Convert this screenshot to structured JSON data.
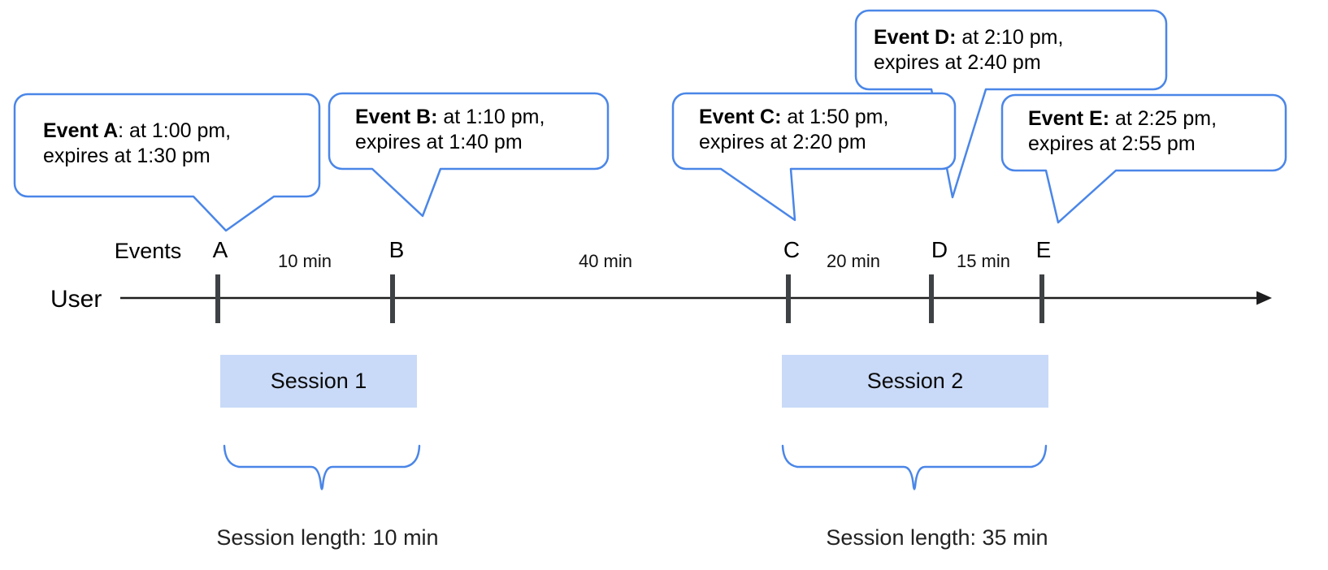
{
  "colors": {
    "bubble_stroke": "#4a86e8",
    "brace": "#4a86e8",
    "session_fill": "#c9daf8",
    "tick": "#3f4245",
    "timeline": "#1d1d1f"
  },
  "bubbles": [
    {
      "event": "A",
      "bold": "Event A",
      "line1": ": at 1:00 pm,",
      "line2": "expires at 1:30 pm"
    },
    {
      "event": "B",
      "bold": "Event B:",
      "line1": " at 1:10 pm,",
      "line2": "expires at 1:40 pm"
    },
    {
      "event": "C",
      "bold": "Event C:",
      "line1": " at 1:50 pm,",
      "line2": "expires at 2:20 pm"
    },
    {
      "event": "D",
      "bold": "Event D:",
      "line1": " at 2:10 pm,",
      "line2": "expires at 2:40 pm"
    },
    {
      "event": "E",
      "bold": "Event E:",
      "line1": " at 2:25 pm,",
      "line2": "expires at 2:55 pm"
    }
  ],
  "timeline": {
    "events_label": "Events",
    "user_label": "User",
    "event_marks": [
      "A",
      "B",
      "C",
      "D",
      "E"
    ],
    "intervals": [
      "10 min",
      "40 min",
      "20 min",
      "15 min"
    ]
  },
  "sessions": [
    {
      "label": "Session 1",
      "length_label": "Session length: 10 min"
    },
    {
      "label": "Session 2",
      "length_label": "Session length: 35 min"
    }
  ]
}
